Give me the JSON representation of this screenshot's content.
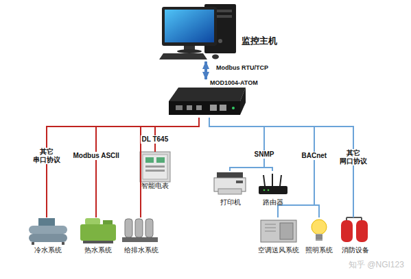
{
  "diagram": {
    "nodes": [
      {
        "text": [
          "监控主机"
        ]
      },
      {
        "text": [
          "MOD1004-ATOM"
        ]
      },
      {
        "text": [
          "智能电表"
        ]
      },
      {
        "text": [
          "打印机"
        ]
      },
      {
        "text": [
          "路由器"
        ]
      },
      {
        "text": [
          "冷水系统"
        ]
      },
      {
        "text": [
          "热水系统"
        ]
      },
      {
        "text": [
          "给排水系统"
        ]
      },
      {
        "text": [
          "空调送风系统"
        ]
      },
      {
        "text": [
          "照明系统"
        ]
      },
      {
        "text": [
          "消防设备"
        ]
      }
    ],
    "edges": [
      {
        "from": 0,
        "to": 1,
        "label": "Modbus RTU/TCP",
        "arrow": "both"
      },
      {
        "from": 1,
        "to": 5,
        "label": "其它 串口协议",
        "arrow": "none"
      },
      {
        "from": 1,
        "to": 6,
        "label": "Modbus ASCII",
        "arrow": "none"
      },
      {
        "from": 1,
        "to": 7,
        "arrow": "none"
      },
      {
        "from": 1,
        "to": 2,
        "label": "DL T645",
        "arrow": "none"
      },
      {
        "from": 1,
        "to": 3,
        "label": "SNMP",
        "arrow": "none"
      },
      {
        "from": 1,
        "to": 4,
        "arrow": "none"
      },
      {
        "from": 1,
        "to": 8,
        "label": "BACnet",
        "arrow": "none"
      },
      {
        "from": 1,
        "to": 9,
        "arrow": "none"
      },
      {
        "from": 1,
        "to": 10,
        "label": "其它 网口协议",
        "arrow": "none"
      }
    ],
    "labels": [
      "知乎 @NGI123"
    ]
  }
}
